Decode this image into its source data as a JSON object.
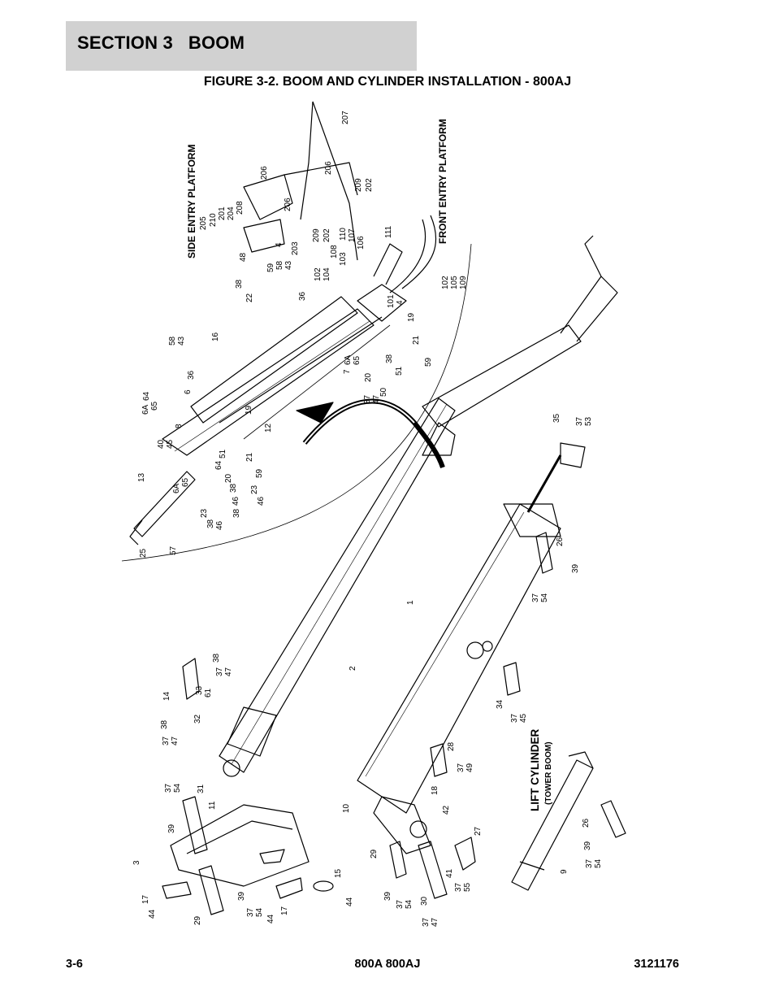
{
  "header": {
    "section_title": "SECTION 3   BOOM"
  },
  "figure": {
    "title": "FIGURE 3-2. BOOM AND CYLINDER INSTALLATION - 800AJ",
    "labels": {
      "side_entry": "SIDE ENTRY PLATFORM",
      "front_entry": "FRONT ENTRY PLATFORM",
      "lift_cylinder": "LIFT CYLINDER",
      "tower_boom": "(TOWER BOOM)"
    },
    "callouts": {
      "c207": "207",
      "c206a": "206",
      "c206b": "206",
      "c206c": "206",
      "c205": "205",
      "c210": "210",
      "c201": "201",
      "c204": "204",
      "c208": "208",
      "c209a": "209",
      "c209b": "209",
      "c202a": "202",
      "c202b": "202",
      "c203": "203",
      "c4a": "4",
      "c4b": "4",
      "c111": "111",
      "c110": "110",
      "c107": "107",
      "c106": "106",
      "c108": "108",
      "c103": "103",
      "c102a": "102",
      "c104": "104",
      "c102b": "102",
      "c105": "105",
      "c109": "109",
      "c101": "101",
      "c19a": "19",
      "c19b": "19",
      "c21a": "21",
      "c21b": "21",
      "c48": "48",
      "c59a": "59",
      "c58a": "58",
      "c43a": "43",
      "c38a": "38",
      "c22": "22",
      "c36a": "36",
      "c36b": "36",
      "c58b": "58",
      "c43b": "43",
      "c16": "16",
      "c7": "7",
      "c6Aa": "6A",
      "c65a": "65",
      "c38b": "38",
      "c51a": "51",
      "c59b": "59",
      "c20a": "20",
      "c37a": "37",
      "c47a": "47",
      "c50": "50",
      "c6b": "6",
      "c6Ab": "6A",
      "c64a": "64",
      "c65b": "65",
      "c8": "8",
      "c40": "40",
      "c45a": "45",
      "c12": "12",
      "c51b": "51",
      "c64b": "64",
      "c20b": "20",
      "c21c": "21",
      "c59c": "59",
      "c6Ac": "6A",
      "c65c": "65",
      "c13": "13",
      "c23a": "23",
      "c38c": "38",
      "c46a": "46",
      "c38d": "38",
      "c46b": "46",
      "c38e": "38",
      "c23b": "23",
      "c46c": "46",
      "c25": "25",
      "c57": "57",
      "c35": "35",
      "c37b": "37",
      "c53": "53",
      "c26a": "26",
      "c39a": "39",
      "c37c": "37",
      "c54a": "54",
      "c1": "1",
      "c2": "2",
      "c14": "14",
      "c38f": "38",
      "c37d": "37",
      "c47b": "47",
      "c33": "33",
      "c61": "61",
      "c38g": "38",
      "c32": "32",
      "c37e": "37",
      "c47c": "47",
      "c34": "34",
      "c37f": "37",
      "c45b": "45",
      "c28": "28",
      "c37g": "37",
      "c49": "49",
      "c37h": "37",
      "c54b": "54",
      "c31": "31",
      "c11": "11",
      "c39b": "39",
      "c3": "3",
      "c10": "10",
      "c18": "18",
      "c42": "42",
      "c27": "27",
      "c29a": "29",
      "c29b": "29",
      "c41": "41",
      "c37i": "37",
      "c55": "55",
      "c39c": "39",
      "c37j": "37",
      "c54c": "54",
      "c30": "30",
      "c37k": "37",
      "c47d": "47",
      "c15": "15",
      "c44a": "44",
      "c44b": "44",
      "c44c": "44",
      "c17a": "17",
      "c17b": "17",
      "c39d": "39",
      "c37l": "37",
      "c54d": "54",
      "c9": "9",
      "c26b": "26",
      "c39e": "39",
      "c37m": "37",
      "c54e": "54"
    }
  },
  "footer": {
    "page_number": "3-6",
    "model": "800A 800AJ",
    "doc_number": "3121176"
  }
}
